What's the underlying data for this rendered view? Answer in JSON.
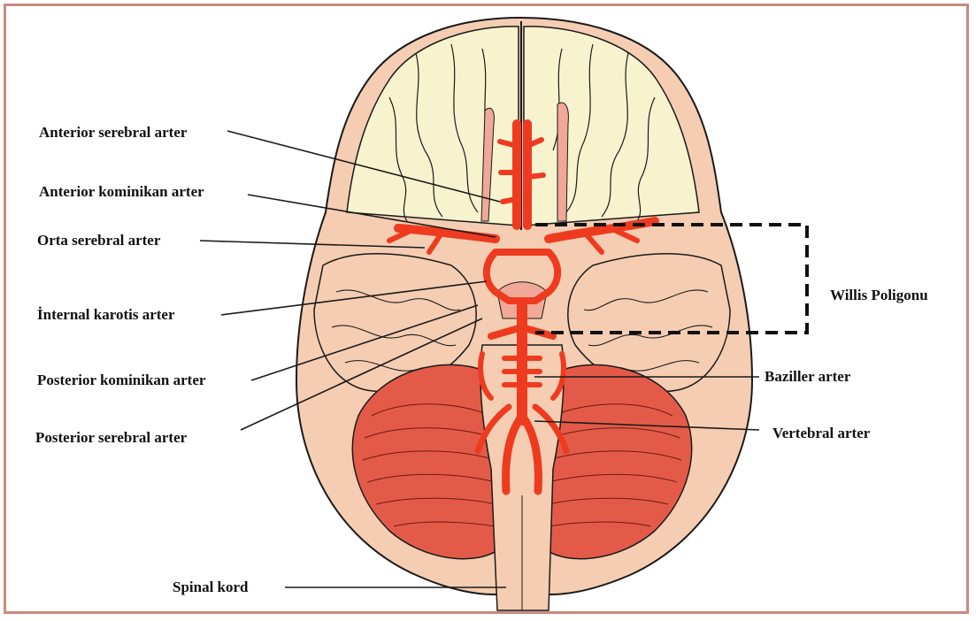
{
  "labels": {
    "anterior_serebral": "Anterior serebral arter",
    "anterior_kominikan": "Anterior kominikan arter",
    "orta_serebral": "Orta serebral arter",
    "internal_karotis": "İnternal karotis arter",
    "posterior_kominikan": "Posterior kominikan arter",
    "posterior_serebral": "Posterior serebral arter",
    "willis": "Willis Poligonu",
    "baziller": "Baziller arter",
    "vertebral": "Vertebral arter",
    "spinal": "Spinal kord"
  },
  "colors": {
    "frame": "#c98a7e",
    "brain": "#f5cdb2",
    "frontal": "#f8f3cf",
    "artery": "#ee3b1f",
    "cerebellum": "#e35b48",
    "outline": "#1a1a1a"
  }
}
